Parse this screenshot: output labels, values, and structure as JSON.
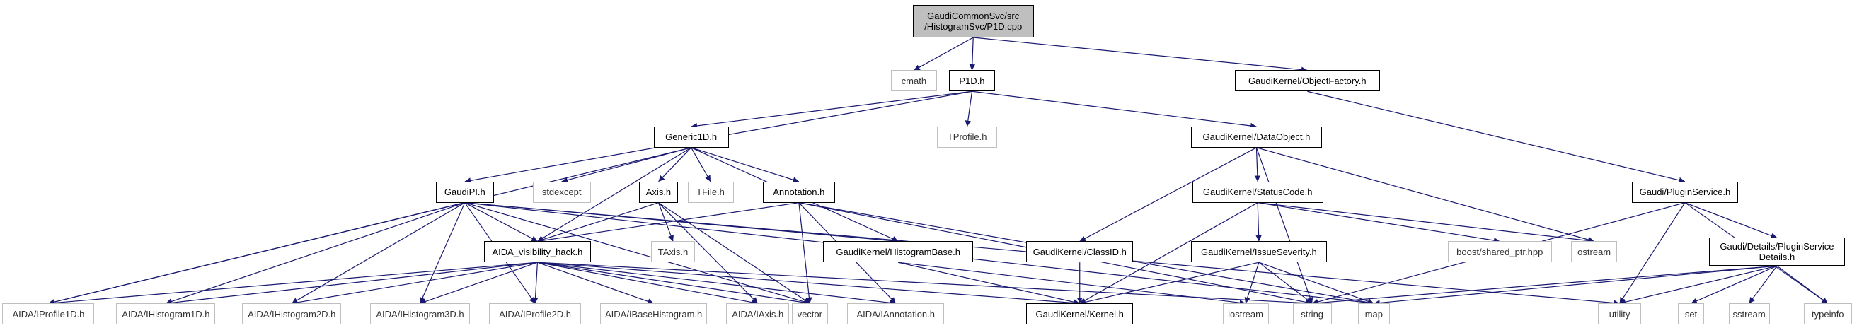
{
  "diagram": {
    "type": "include-dependency-graph",
    "colors": {
      "edge": "#191970",
      "root_fill": "#bfbfbf",
      "node_border": "#000000",
      "system_border": "#bfbfbf",
      "background": "#ffffff"
    },
    "nodes": [
      {
        "id": "root",
        "label": "GaudiCommonSvc/src\n/HistogramSvc/P1D.cpp",
        "kind": "root"
      },
      {
        "id": "cmath",
        "label": "cmath",
        "kind": "sys"
      },
      {
        "id": "p1d",
        "label": "P1D.h",
        "kind": "local"
      },
      {
        "id": "objfactory",
        "label": "GaudiKernel/ObjectFactory.h",
        "kind": "local"
      },
      {
        "id": "generic1d",
        "label": "Generic1D.h",
        "kind": "local"
      },
      {
        "id": "tprofile",
        "label": "TProfile.h",
        "kind": "sys"
      },
      {
        "id": "dataobject",
        "label": "GaudiKernel/DataObject.h",
        "kind": "local"
      },
      {
        "id": "pluginservice",
        "label": "Gaudi/PluginService.h",
        "kind": "local"
      },
      {
        "id": "gaudipi",
        "label": "GaudiPI.h",
        "kind": "local"
      },
      {
        "id": "stdexcept",
        "label": "stdexcept",
        "kind": "sys"
      },
      {
        "id": "axis",
        "label": "Axis.h",
        "kind": "local"
      },
      {
        "id": "tfile",
        "label": "TFile.h",
        "kind": "sys"
      },
      {
        "id": "annotation",
        "label": "Annotation.h",
        "kind": "local"
      },
      {
        "id": "statuscode",
        "label": "GaudiKernel/StatusCode.h",
        "kind": "local"
      },
      {
        "id": "taxis",
        "label": "TAxis.h",
        "kind": "sys"
      },
      {
        "id": "aidahack",
        "label": "AIDA_visibility_hack.h",
        "kind": "local"
      },
      {
        "id": "histbase",
        "label": "GaudiKernel/HistogramBase.h",
        "kind": "local"
      },
      {
        "id": "classid",
        "label": "GaudiKernel/ClassID.h",
        "kind": "local"
      },
      {
        "id": "issueseverity",
        "label": "GaudiKernel/IssueSeverity.h",
        "kind": "local"
      },
      {
        "id": "sharedptr",
        "label": "boost/shared_ptr.hpp",
        "kind": "sys"
      },
      {
        "id": "ostream",
        "label": "ostream",
        "kind": "sys"
      },
      {
        "id": "pluginsvcdetails",
        "label": "Gaudi/Details/PluginService\nDetails.h",
        "kind": "local"
      },
      {
        "id": "iprofile1d",
        "label": "AIDA/IProfile1D.h",
        "kind": "sys"
      },
      {
        "id": "ihist1d",
        "label": "AIDA/IHistogram1D.h",
        "kind": "sys"
      },
      {
        "id": "ihist2d",
        "label": "AIDA/IHistogram2D.h",
        "kind": "sys"
      },
      {
        "id": "ihist3d",
        "label": "AIDA/IHistogram3D.h",
        "kind": "sys"
      },
      {
        "id": "iprofile2d",
        "label": "AIDA/IProfile2D.h",
        "kind": "sys"
      },
      {
        "id": "ibasehist",
        "label": "AIDA/IBaseHistogram.h",
        "kind": "sys"
      },
      {
        "id": "iaxis",
        "label": "AIDA/IAxis.h",
        "kind": "sys"
      },
      {
        "id": "vector",
        "label": "vector",
        "kind": "sys"
      },
      {
        "id": "iannotation",
        "label": "AIDA/IAnnotation.h",
        "kind": "sys"
      },
      {
        "id": "kernel",
        "label": "GaudiKernel/Kernel.h",
        "kind": "local"
      },
      {
        "id": "iostream",
        "label": "iostream",
        "kind": "sys"
      },
      {
        "id": "string",
        "label": "string",
        "kind": "sys"
      },
      {
        "id": "map",
        "label": "map",
        "kind": "sys"
      },
      {
        "id": "utility",
        "label": "utility",
        "kind": "sys"
      },
      {
        "id": "set",
        "label": "set",
        "kind": "sys"
      },
      {
        "id": "sstream",
        "label": "sstream",
        "kind": "sys"
      },
      {
        "id": "typeinfo",
        "label": "typeinfo",
        "kind": "sys"
      }
    ],
    "edges": [
      [
        "root",
        "cmath"
      ],
      [
        "root",
        "p1d"
      ],
      [
        "root",
        "objfactory"
      ],
      [
        "p1d",
        "generic1d"
      ],
      [
        "p1d",
        "tprofile"
      ],
      [
        "p1d",
        "dataobject"
      ],
      [
        "p1d",
        "gaudipi"
      ],
      [
        "objfactory",
        "pluginservice"
      ],
      [
        "generic1d",
        "stdexcept"
      ],
      [
        "generic1d",
        "axis"
      ],
      [
        "generic1d",
        "tfile"
      ],
      [
        "generic1d",
        "annotation"
      ],
      [
        "generic1d",
        "aidahack"
      ],
      [
        "generic1d",
        "histbase"
      ],
      [
        "generic1d",
        "iprofile1d"
      ],
      [
        "dataobject",
        "classid"
      ],
      [
        "dataobject",
        "statuscode"
      ],
      [
        "dataobject",
        "string"
      ],
      [
        "dataobject",
        "ostream"
      ],
      [
        "pluginservice",
        "pluginsvcdetails"
      ],
      [
        "pluginservice",
        "string"
      ],
      [
        "pluginservice",
        "utility"
      ],
      [
        "pluginservice",
        "typeinfo"
      ],
      [
        "gaudipi",
        "aidahack"
      ],
      [
        "gaudipi",
        "iprofile1d"
      ],
      [
        "gaudipi",
        "ihist1d"
      ],
      [
        "gaudipi",
        "ihist2d"
      ],
      [
        "gaudipi",
        "ihist3d"
      ],
      [
        "gaudipi",
        "iprofile2d"
      ],
      [
        "gaudipi",
        "vector"
      ],
      [
        "gaudipi",
        "histbase"
      ],
      [
        "gaudipi",
        "utility"
      ],
      [
        "gaudipi",
        "map"
      ],
      [
        "axis",
        "aidahack"
      ],
      [
        "axis",
        "taxis"
      ],
      [
        "axis",
        "iaxis"
      ],
      [
        "axis",
        "vector"
      ],
      [
        "annotation",
        "aidahack"
      ],
      [
        "annotation",
        "iannotation"
      ],
      [
        "annotation",
        "vector"
      ],
      [
        "annotation",
        "string"
      ],
      [
        "annotation",
        "map"
      ],
      [
        "statuscode",
        "kernel"
      ],
      [
        "statuscode",
        "issueseverity"
      ],
      [
        "statuscode",
        "sharedptr"
      ],
      [
        "statuscode",
        "ostream"
      ],
      [
        "aidahack",
        "iprofile1d"
      ],
      [
        "aidahack",
        "ihist1d"
      ],
      [
        "aidahack",
        "ihist2d"
      ],
      [
        "aidahack",
        "ihist3d"
      ],
      [
        "aidahack",
        "iprofile2d"
      ],
      [
        "aidahack",
        "ibasehist"
      ],
      [
        "aidahack",
        "iaxis"
      ],
      [
        "aidahack",
        "vector"
      ],
      [
        "aidahack",
        "iannotation"
      ],
      [
        "aidahack",
        "kernel"
      ],
      [
        "aidahack",
        "string"
      ],
      [
        "histbase",
        "kernel"
      ],
      [
        "histbase",
        "iostream"
      ],
      [
        "classid",
        "kernel"
      ],
      [
        "issueseverity",
        "kernel"
      ],
      [
        "issueseverity",
        "iostream"
      ],
      [
        "issueseverity",
        "string"
      ],
      [
        "issueseverity",
        "map"
      ],
      [
        "pluginsvcdetails",
        "string"
      ],
      [
        "pluginsvcdetails",
        "map"
      ],
      [
        "pluginsvcdetails",
        "utility"
      ],
      [
        "pluginsvcdetails",
        "set"
      ],
      [
        "pluginsvcdetails",
        "sstream"
      ],
      [
        "pluginsvcdetails",
        "typeinfo"
      ]
    ]
  }
}
